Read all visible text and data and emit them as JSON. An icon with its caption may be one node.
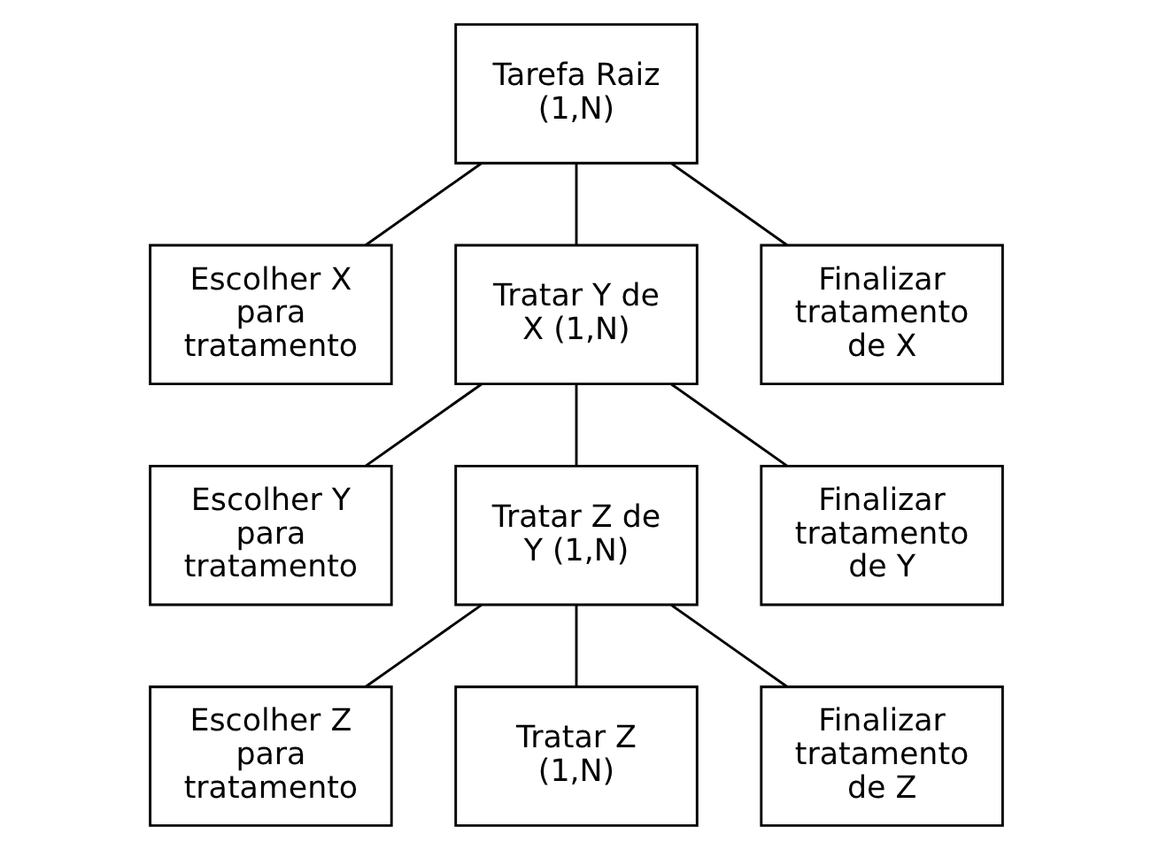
{
  "diagram": {
    "nodes": [
      {
        "text": [
          "Tarefa Raiz (1,N)"
        ]
      },
      {
        "text": [
          "Escolher X para tratamento"
        ]
      },
      {
        "text": [
          "Tratar Y de X (1,N)"
        ]
      },
      {
        "text": [
          "Finalizar tratamento de X"
        ]
      },
      {
        "text": [
          "Escolher Y para tratamento"
        ]
      },
      {
        "text": [
          "Tratar Z de Y (1,N)"
        ]
      },
      {
        "text": [
          "Finalizar tratamento de Y"
        ]
      },
      {
        "text": [
          "Escolher Z para tratamento"
        ]
      },
      {
        "text": [
          "Tratar Z (1,N)"
        ]
      },
      {
        "text": [
          "Finalizar tratamento de Z"
        ]
      }
    ],
    "edges": [
      {
        "from": 0,
        "to": 1,
        "arrow": "none"
      },
      {
        "from": 0,
        "to": 2,
        "arrow": "none"
      },
      {
        "from": 0,
        "to": 3,
        "arrow": "none"
      },
      {
        "from": 2,
        "to": 4,
        "arrow": "none"
      },
      {
        "from": 2,
        "to": 5,
        "arrow": "none"
      },
      {
        "from": 2,
        "to": 6,
        "arrow": "none"
      },
      {
        "from": 5,
        "to": 7,
        "arrow": "none"
      },
      {
        "from": 5,
        "to": 8,
        "arrow": "none"
      },
      {
        "from": 5,
        "to": 9,
        "arrow": "none"
      }
    ]
  }
}
